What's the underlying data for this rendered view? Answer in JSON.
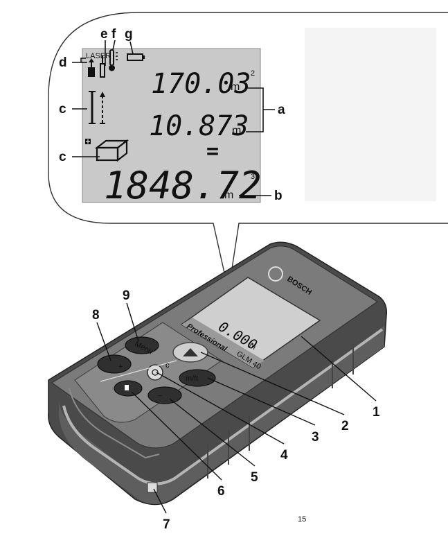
{
  "display": {
    "indicator_laser": "LASER",
    "line1_value": "170.03",
    "line1_unit": "m",
    "line1_exponent": "2",
    "line2_value": "10.873",
    "line2_unit": "m",
    "equals": "=",
    "result_value": "1848.72",
    "result_unit": "m",
    "result_exponent": "3"
  },
  "callouts": {
    "a": "a",
    "b": "b",
    "c_top": "c",
    "c_bottom": "c",
    "d": "d",
    "e": "e",
    "f": "f",
    "g": "g",
    "n1": "1",
    "n2": "2",
    "n3": "3",
    "n4": "4",
    "n5": "5",
    "n6": "6",
    "n7": "7",
    "n8": "8",
    "n9": "9"
  },
  "device": {
    "brand": "BOSCH",
    "model": "Professional",
    "model_code": "GLM 40",
    "screen_value": "0.000",
    "screen_unit": "m",
    "menu_label": "Menu",
    "plus_label": "+",
    "minus_label": "−",
    "c_label": "c",
    "func_label": "m/ft",
    "page_number": "15"
  },
  "colors": {
    "lcd_bg": "#c9c9c9",
    "device_dark": "#3a3a3a",
    "device_mid": "#6b6b6b",
    "device_light": "#a8a8a8"
  }
}
